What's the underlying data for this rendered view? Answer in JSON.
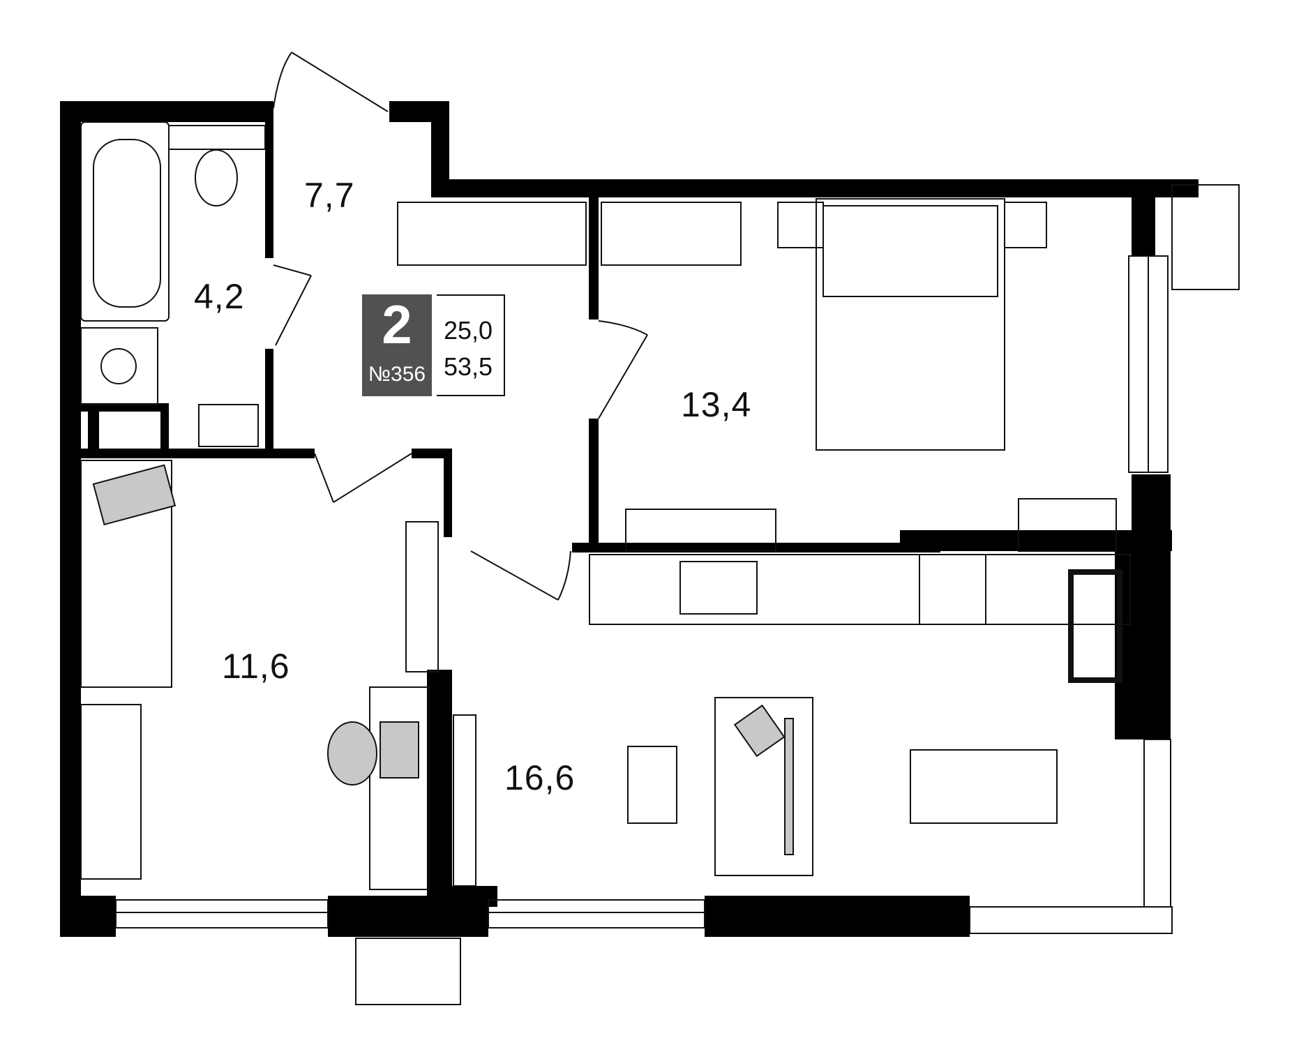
{
  "apartment": {
    "rooms": "2",
    "number": "№356",
    "living_area": "25,0",
    "total_area": "53,5"
  },
  "rooms": [
    {
      "id": "hall",
      "area": "7,7"
    },
    {
      "id": "bathroom",
      "area": "4,2"
    },
    {
      "id": "bedroom",
      "area": "13,4"
    },
    {
      "id": "room2",
      "area": "11,6"
    },
    {
      "id": "kitchen_living",
      "area": "16,6"
    }
  ],
  "colors": {
    "wall": "#000000",
    "badge": "#515151",
    "furniture_fill": "#c8c8c8",
    "line": "#111111"
  }
}
